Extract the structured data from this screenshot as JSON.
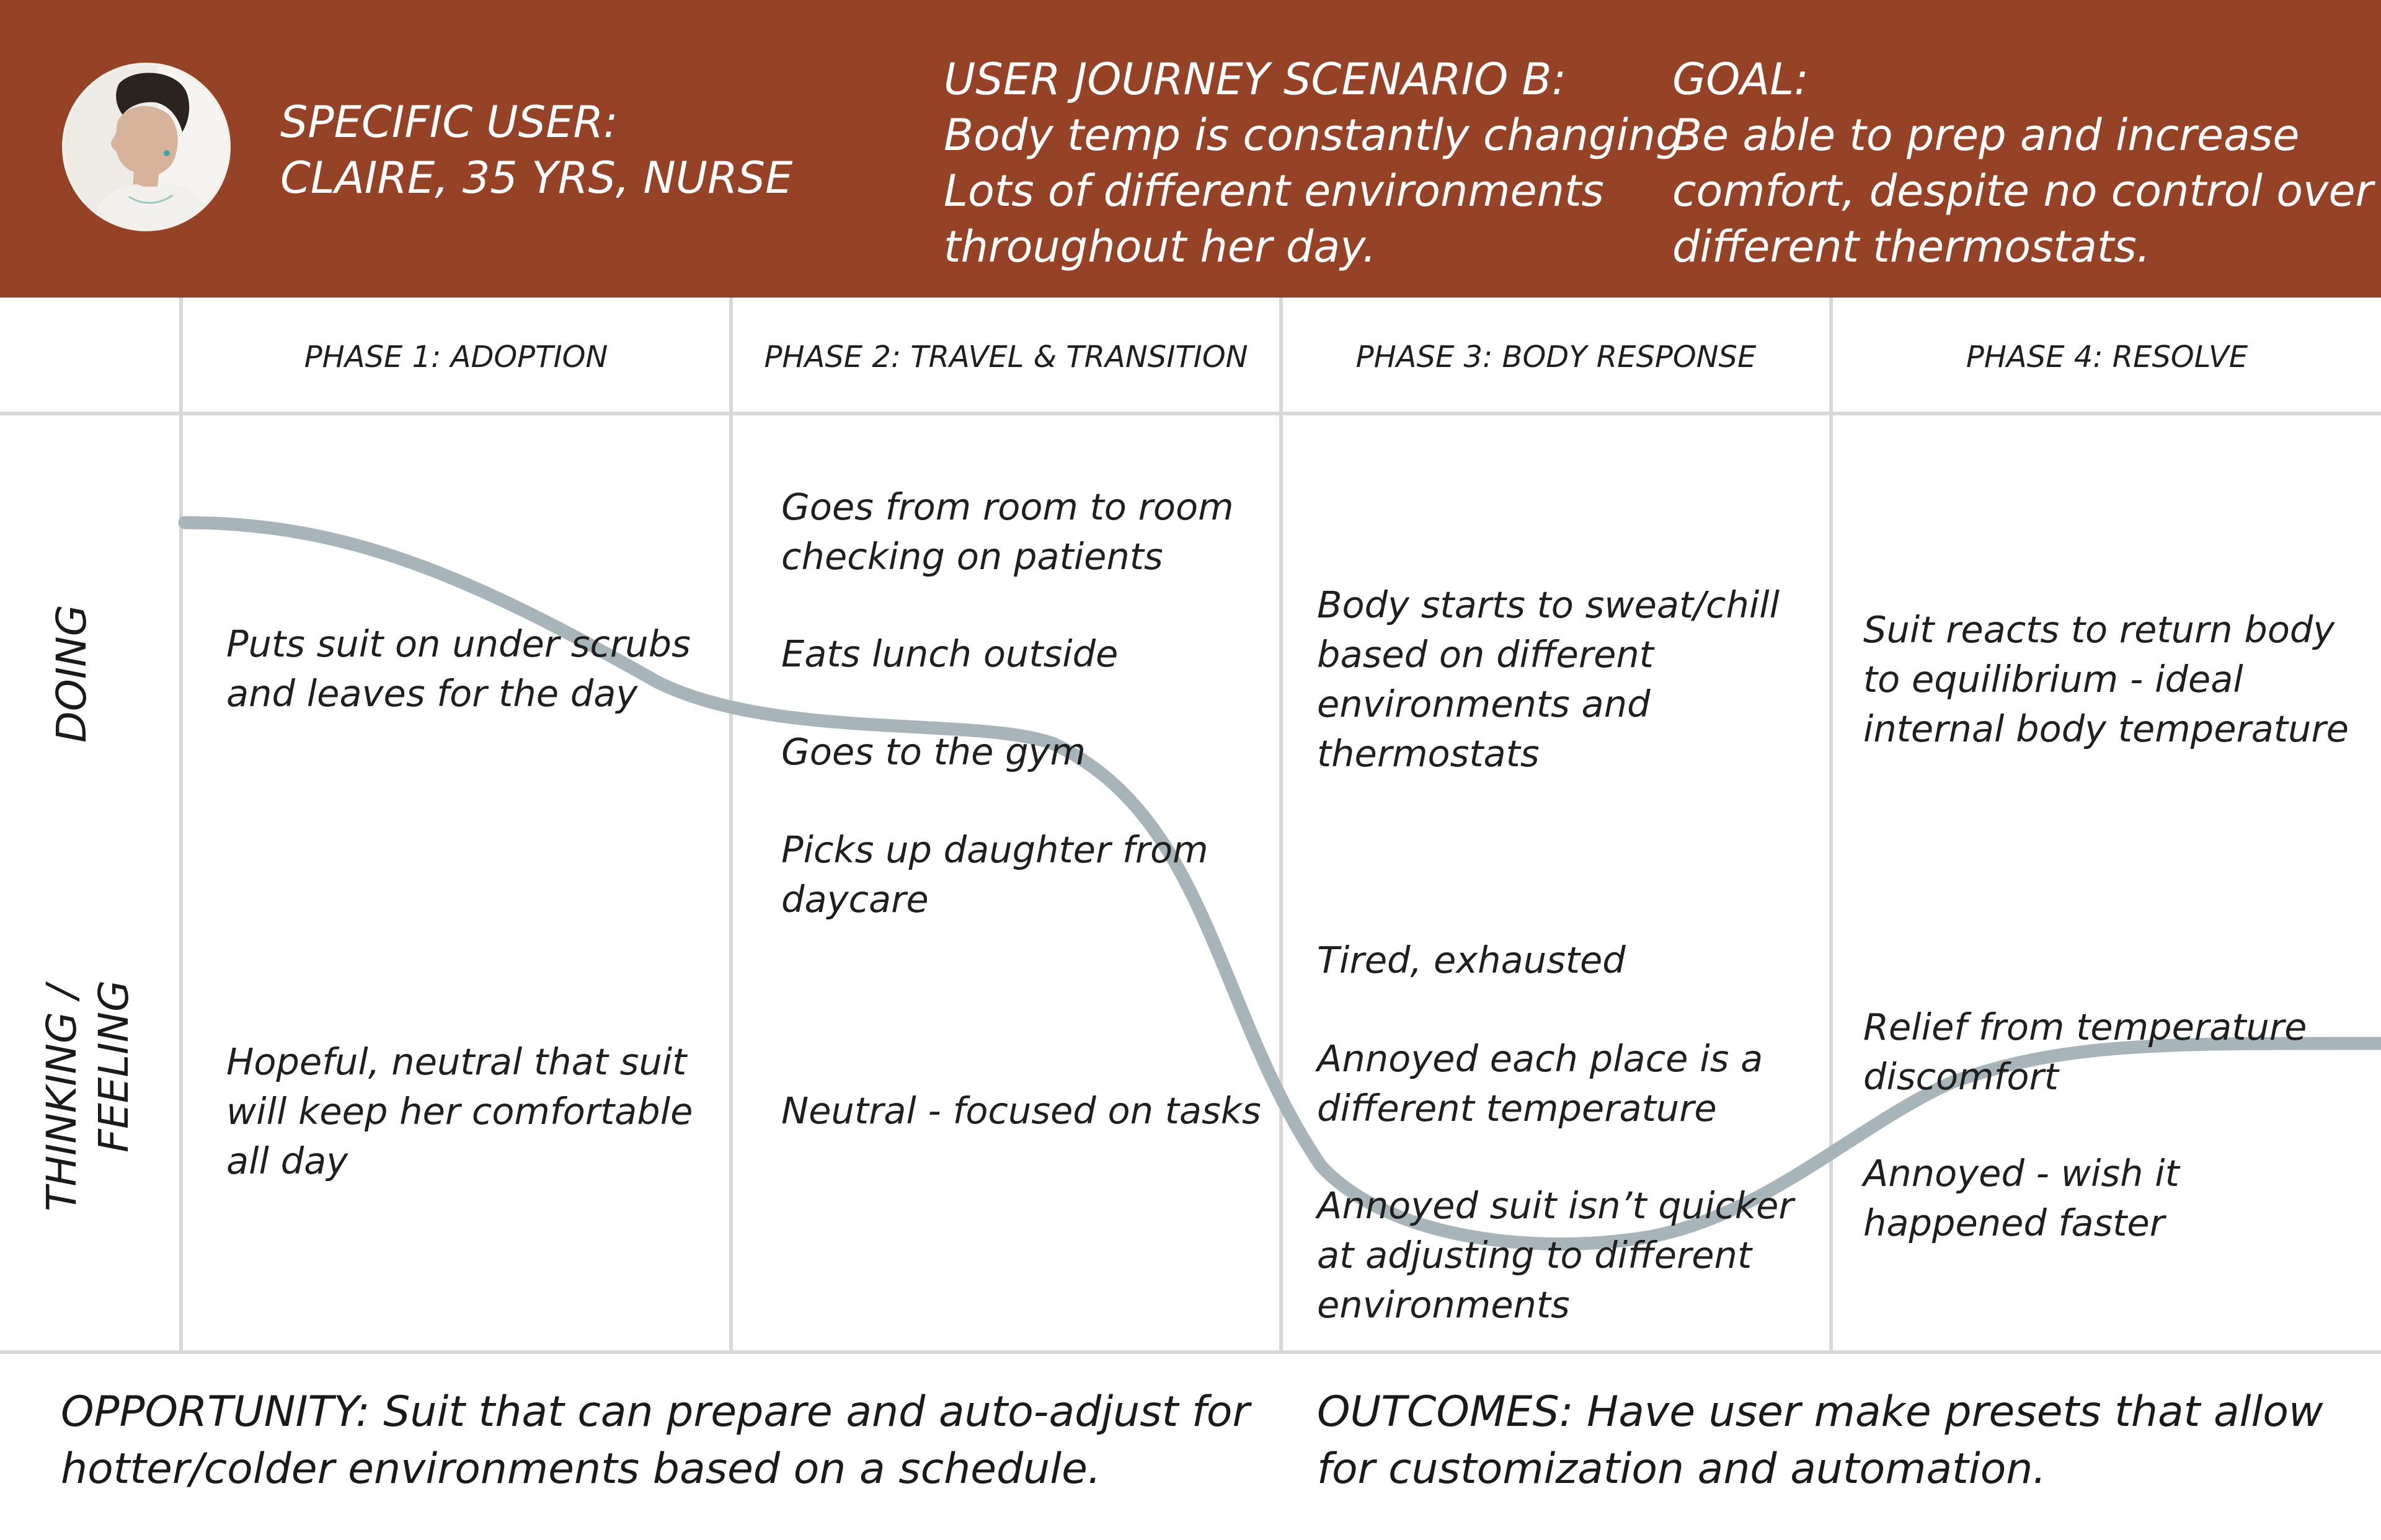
{
  "header": {
    "user_lines": [
      "SPECIFIC USER:",
      "CLAIRE, 35 YRS, NURSE"
    ],
    "scenario_lines": [
      "USER JOURNEY SCENARIO B:",
      "Body temp is constantly changing.",
      "Lots of different environments",
      "throughout her day."
    ],
    "goal_lines": [
      "GOAL:",
      "Be able to prep and increase",
      "comfort, despite no control over",
      "different thermostats."
    ]
  },
  "phases": [
    "PHASE 1: ADOPTION",
    "PHASE 2: TRAVEL & TRANSITION",
    "PHASE 3: BODY RESPONSE",
    "PHASE 4: RESOLVE"
  ],
  "rows": {
    "doing": "DOING",
    "thinking_lines": [
      "THINKING /",
      "FEELING"
    ]
  },
  "doing": {
    "phase1": [
      "Puts suit on under scrubs",
      "and leaves for the day"
    ],
    "phase2a": [
      "Goes from room to room",
      "checking on patients"
    ],
    "phase2b": [
      "Eats lunch outside"
    ],
    "phase2c": [
      "Goes to the gym"
    ],
    "phase2d": [
      "Picks up daughter from",
      "daycare"
    ],
    "phase3": [
      "Body starts to sweat/chill",
      "based on different",
      "environments and",
      "thermostats"
    ],
    "phase4": [
      "Suit reacts to return body",
      "to equilibrium - ideal",
      "internal body temperature"
    ]
  },
  "feeling": {
    "phase1": [
      "Hopeful, neutral that suit",
      "will keep her comfortable",
      "all day"
    ],
    "phase2": [
      "Neutral - focused on tasks"
    ],
    "phase3a": [
      "Tired, exhausted"
    ],
    "phase3b": [
      "Annoyed each place is a",
      "different temperature"
    ],
    "phase3c": [
      "Annoyed suit isn’t quicker",
      "at adjusting to different",
      "environments"
    ],
    "phase4a": [
      "Relief from temperature",
      "discomfort"
    ],
    "phase4b": [
      "Annoyed - wish it",
      "happened faster"
    ]
  },
  "footer": {
    "opportunity_lines": [
      "OPPORTUNITY: Suit that can prepare and auto-adjust for",
      "hotter/colder environments based on a schedule."
    ],
    "outcomes_lines": [
      "OUTCOMES: Have user make presets that allow",
      "for customization and automation."
    ]
  },
  "colors": {
    "header_bg": "#954226",
    "curve": "#a7b5bb",
    "grid": "#d8d8d8"
  },
  "icons": {
    "avatar": "user-portrait-photo"
  }
}
